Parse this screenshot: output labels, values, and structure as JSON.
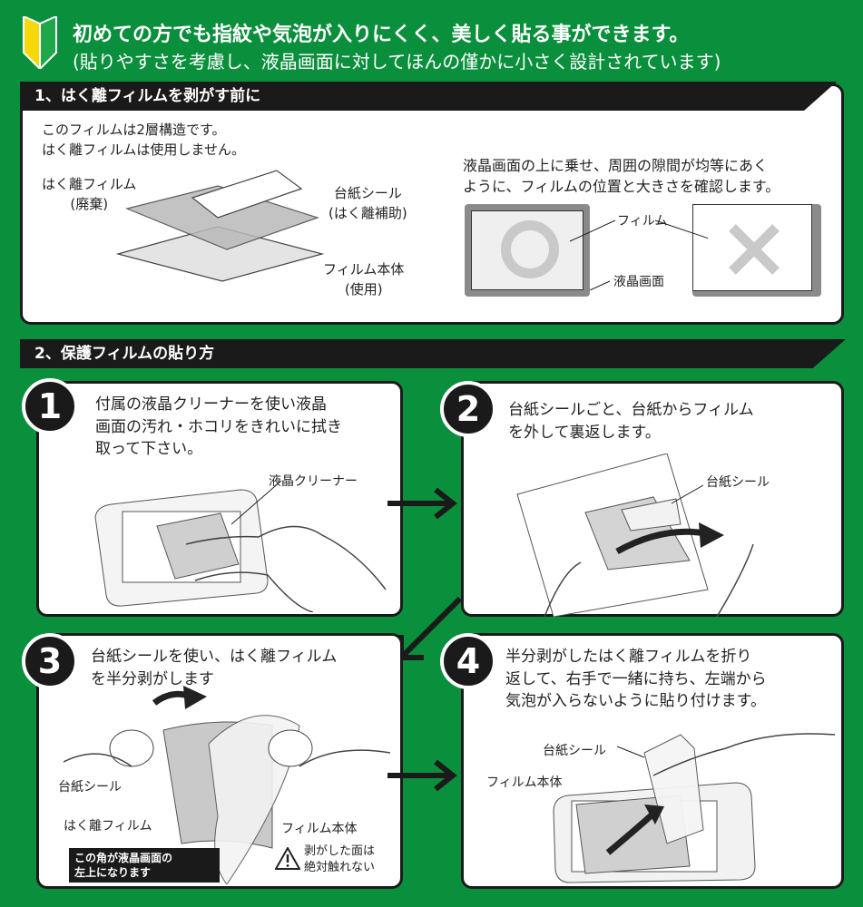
{
  "header": {
    "title": "初めての方でも指紋や気泡が入りにくく、美しく貼る事ができます。",
    "subtitle": "(貼りやすさを考慮し、液晶画面に対してほんの僅かに小さく設計されています)"
  },
  "section1": {
    "title": "1、はく離フィルムを剥がす前に",
    "intro_line1": "このフィルムは2層構造です。",
    "intro_line2": "はく離フィルムは使用しません。",
    "label_release": "はく離フィルム",
    "label_release_note": "(廃棄)",
    "label_seal": "台紙シール",
    "label_seal_note": "(はく離補助)",
    "label_body": "フィルム本体",
    "label_body_note": "(使用)",
    "check_line1": "液晶画面の上に乗せ、周囲の隙間が均等にあく",
    "check_line2": "ように、フィルムの位置と大きさを確認します。",
    "label_film": "フィルム",
    "label_screen": "液晶画面",
    "good_symbol": "○",
    "bad_symbol": "✕"
  },
  "section2": {
    "title": "2、保護フィルムの貼り方",
    "steps": [
      {
        "number": "1",
        "line1": "付属の液晶クリーナーを使い液晶",
        "line2": "画面の汚れ・ホコリをきれいに拭き",
        "line3": "取って下さい。",
        "label": "液晶クリーナー"
      },
      {
        "number": "2",
        "line1": "台紙シールごと、台紙からフィルム",
        "line2": "を外して裏返します。",
        "label": "台紙シール"
      },
      {
        "number": "3",
        "line1": "台紙シールを使い、はく離フィルム",
        "line2": "を半分剥がします",
        "label_seal": "台紙シール",
        "label_release": "はく離フィルム",
        "label_body": "フィルム本体",
        "corner_line1": "この角が液晶画面の",
        "corner_line2": "左上になります",
        "warn_line1": "剥がした面は",
        "warn_line2": "絶対触れない"
      },
      {
        "number": "4",
        "line1": "半分剥がしたはく離フィルムを折り",
        "line2": "返して、右手で一緒に持ち、左端から",
        "line3": "気泡が入らないように貼り付けます。",
        "label_seal": "台紙シール",
        "label_body": "フィルム本体"
      }
    ]
  },
  "colors": {
    "background": "#0a8f3c",
    "dark": "#1a1a1a",
    "beginner_mark_yellow": "#f5d90a",
    "beginner_mark_green": "#1ea84a"
  },
  "icons": [
    "beginner-mark-icon",
    "arrow-right-icon",
    "arrow-down-left-icon",
    "warning-icon"
  ]
}
